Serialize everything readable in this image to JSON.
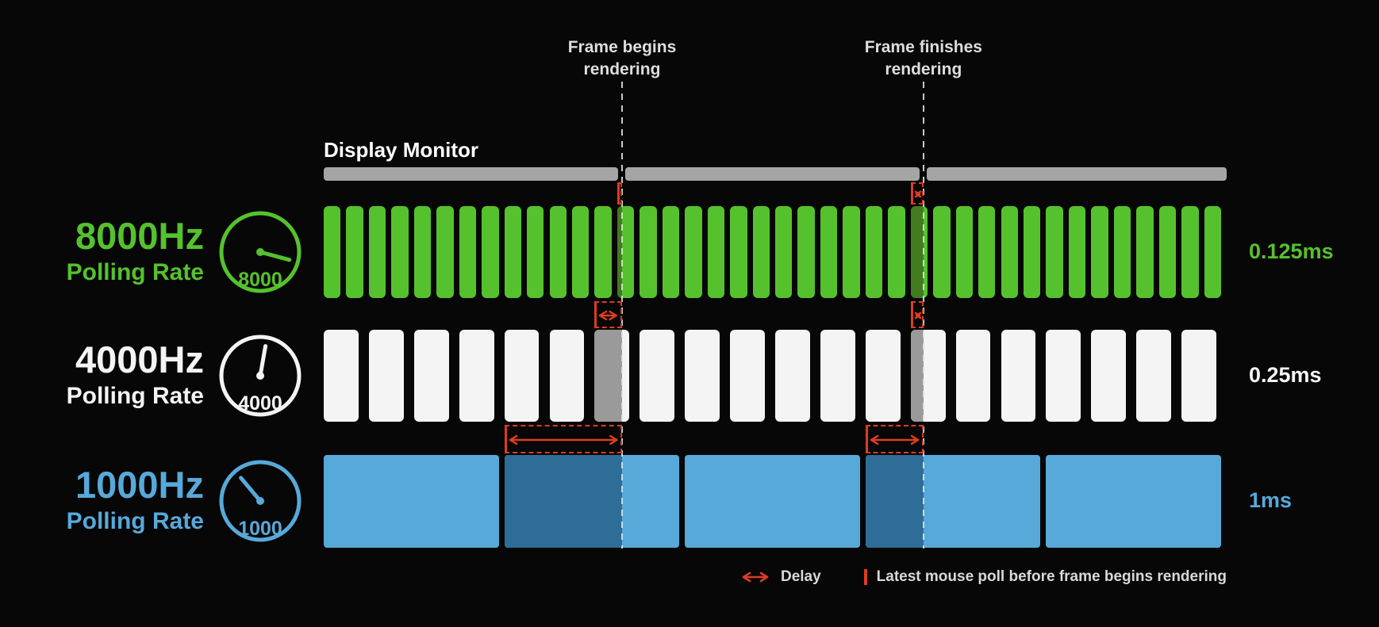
{
  "diagram": {
    "monitor_label": "Display Monitor",
    "total_ms": 5,
    "frame_begin": {
      "line1": "Frame begins",
      "line2": "rendering",
      "time_ms": 1.652
    },
    "frame_finish": {
      "line1": "Frame finishes",
      "line2": "rendering",
      "time_ms": 3.321
    }
  },
  "rows": [
    {
      "title": "8000Hz",
      "subtitle": "Polling Rate",
      "gauge_value": "8000",
      "interval_ms": 0.125,
      "period_label": "0.125ms",
      "color": "#55c22d",
      "dark": "#427c20",
      "gap": 7,
      "radius": 6,
      "needle_deg": 105
    },
    {
      "title": "4000Hz",
      "subtitle": "Polling Rate",
      "gauge_value": "4000",
      "interval_ms": 0.25,
      "period_label": "0.25ms",
      "color": "#f4f4f4",
      "dark": "#9a9a9a",
      "gap": 13,
      "radius": 6,
      "needle_deg": 10
    },
    {
      "title": "1000Hz",
      "subtitle": "Polling Rate",
      "gauge_value": "1000",
      "interval_ms": 1,
      "period_label": "1ms",
      "color": "#57a9da",
      "dark": "#2d6d98",
      "gap": 7,
      "radius": 4,
      "needle_deg": -40
    }
  ],
  "legend": {
    "delay": "Delay",
    "poll": "Latest mouse poll before frame begins rendering"
  },
  "colors": {
    "red": "#dd3d20",
    "monitor": "#a5a5a5",
    "background": "#070707"
  }
}
